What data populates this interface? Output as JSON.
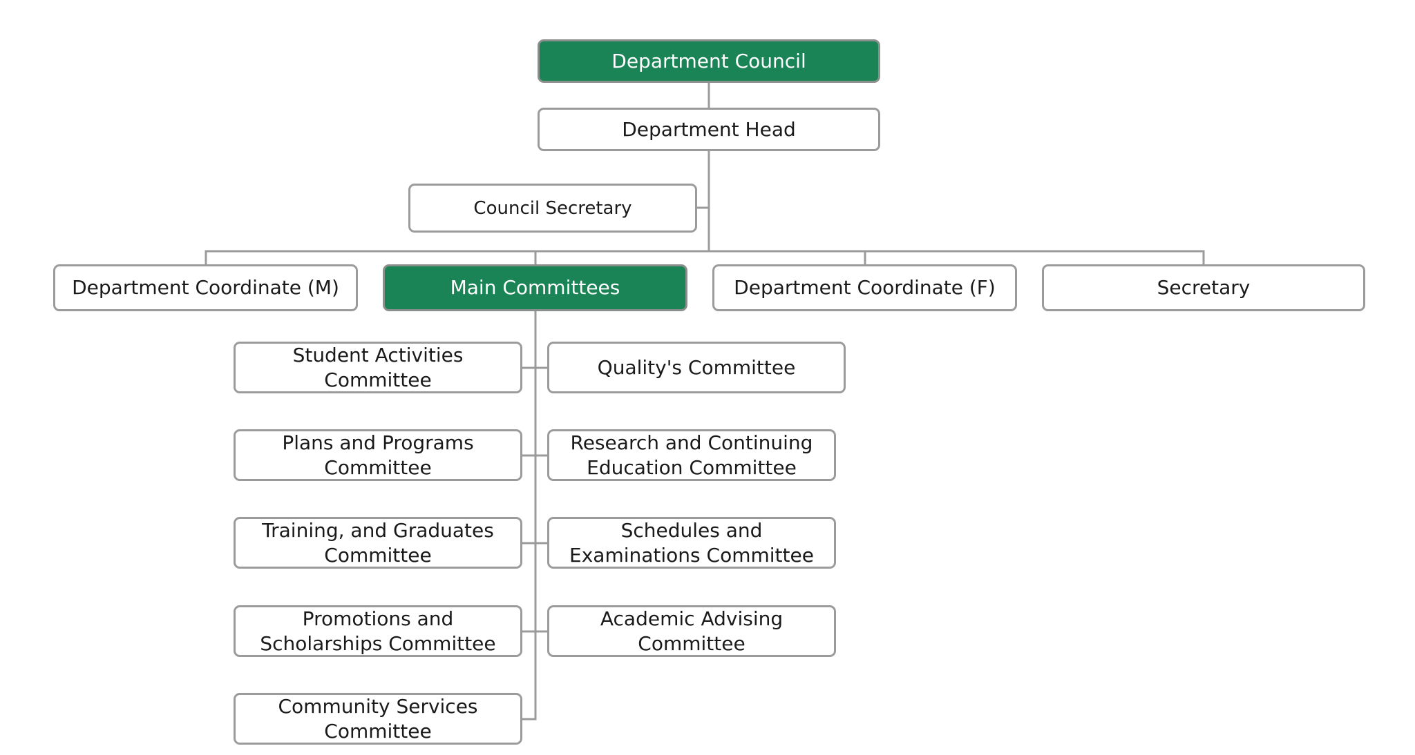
{
  "org_chart": {
    "colors": {
      "accent": "#1b8456",
      "border": "#9b9b9b",
      "connector": "#9b9b9b",
      "text": "#1a1a1a"
    },
    "top": {
      "council": "Department Council",
      "head": "Department Head",
      "council_secretary": "Council Secretary"
    },
    "level2": {
      "coordinate_m": "Department Coordinate (M)",
      "main_committees": "Main Committees",
      "coordinate_f": "Department Coordinate (F)",
      "secretary": "Secretary"
    },
    "committees_left": [
      "Student Activities Committee",
      "Plans and Programs Committee",
      "Training, and Graduates Committee",
      "Promotions and Scholarships Committee",
      "Community Services Committee"
    ],
    "committees_right": [
      "Quality's Committee",
      "Research and Continuing Education Committee",
      "Schedules and Examinations Committee",
      "Academic Advising Committee"
    ]
  }
}
